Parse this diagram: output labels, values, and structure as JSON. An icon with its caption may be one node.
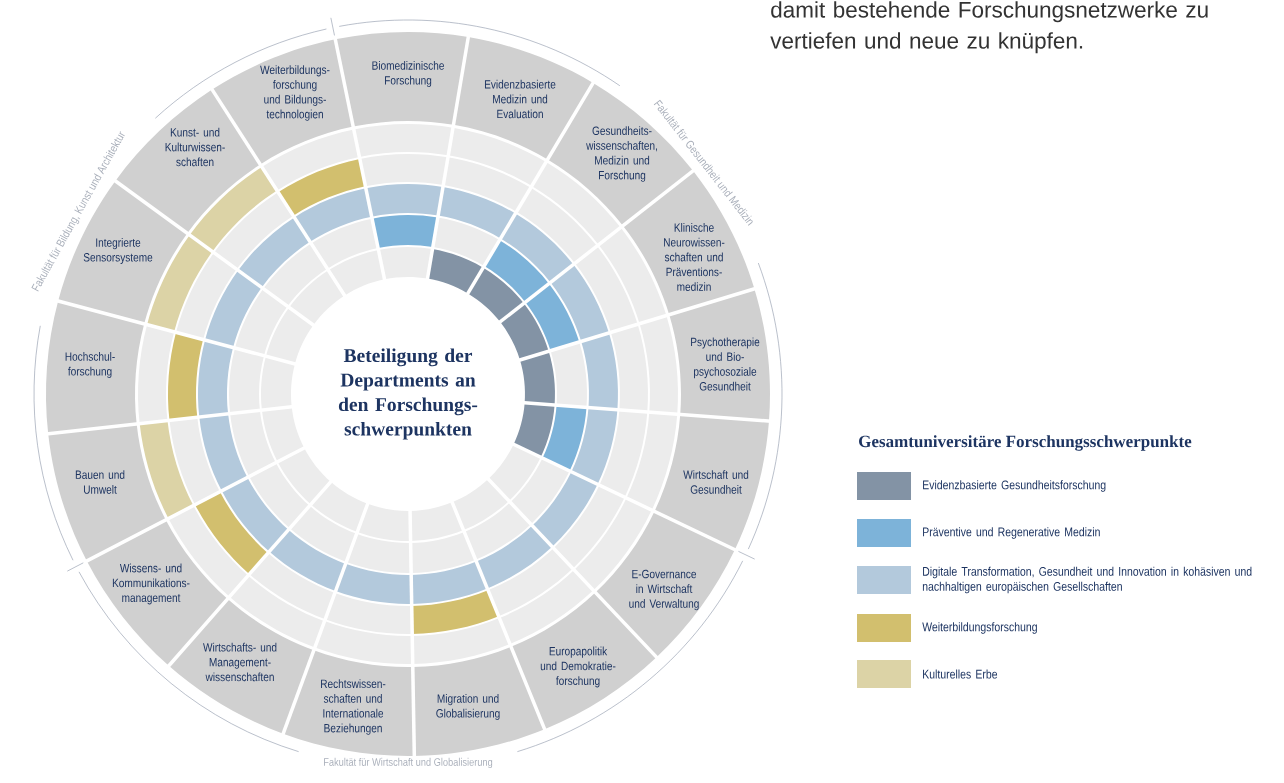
{
  "diagram": {
    "nodes": [
      {
        "text": [
          "Beteiligung der Departments an den Forschungs- schwerpunkten"
        ]
      },
      {
        "text": [
          "Biomedizinische Forschung"
        ]
      },
      {
        "text": [
          "Evidenzbasierte Medizin und Evaluation"
        ]
      },
      {
        "text": [
          "Gesundheits- wissenschaften, Medizin und Forschung"
        ]
      },
      {
        "text": [
          "Klinische Neurowissen- schaften und Präventions- medizin"
        ]
      },
      {
        "text": [
          "Psychotherapie und Bio- psychosoziale Gesundheit"
        ]
      },
      {
        "text": [
          "Wirtschaft und Gesundheit"
        ]
      },
      {
        "text": [
          "E-Governance in Wirtschaft und Verwaltung"
        ]
      },
      {
        "text": [
          "Europapolitik und Demokratie- forschung"
        ]
      },
      {
        "text": [
          "Migration und Globalisierung"
        ]
      },
      {
        "text": [
          "Rechtswissen- schaften und Internationale Beziehungen"
        ]
      },
      {
        "text": [
          "Wirtschafts- und Management- wissenschaften"
        ]
      },
      {
        "text": [
          "Wissens- und Kommunikations- management"
        ]
      },
      {
        "text": [
          "Bauen und Umwelt"
        ]
      },
      {
        "text": [
          "Hochschul- forschung"
        ]
      },
      {
        "text": [
          "Integrierte Sensorsysteme"
        ]
      },
      {
        "text": [
          "Kunst- und Kulturwissen- schaften"
        ]
      },
      {
        "text": [
          "Weiterbildungs- forschung und Bildungs- technologien"
        ]
      }
    ],
    "labels": [
      "damit bestehende Forschungsnetzwerke zu vertiefen und neue zu knüpfen.",
      "Fakultät für Bildung, Kunst und Architektur",
      "Fakultät für Gesundheit und Medizin",
      "Gesamtuniversitäre Forschungsschwerpunkte",
      "Fakultät für Wirtschaft und Globalisierung"
    ],
    "legend": [
      {
        "text": "Evidenzbasierte Gesundheitsforschung",
        "color": "#8393a5"
      },
      {
        "text": "Präventive und Regenerative Medizin",
        "color": "#7db3d9"
      },
      {
        "text": "Digitale Transformation, Gesundheit und Innovation in kohäsiven und nachhaltigen europäischen Gesellschaften",
        "color": "#b3c9dc"
      },
      {
        "text": "Weiterbildungsforschung",
        "color": "#d2bf6e"
      },
      {
        "text": "Kulturelles Erbe",
        "color": "#dcd3a6"
      }
    ]
  }
}
